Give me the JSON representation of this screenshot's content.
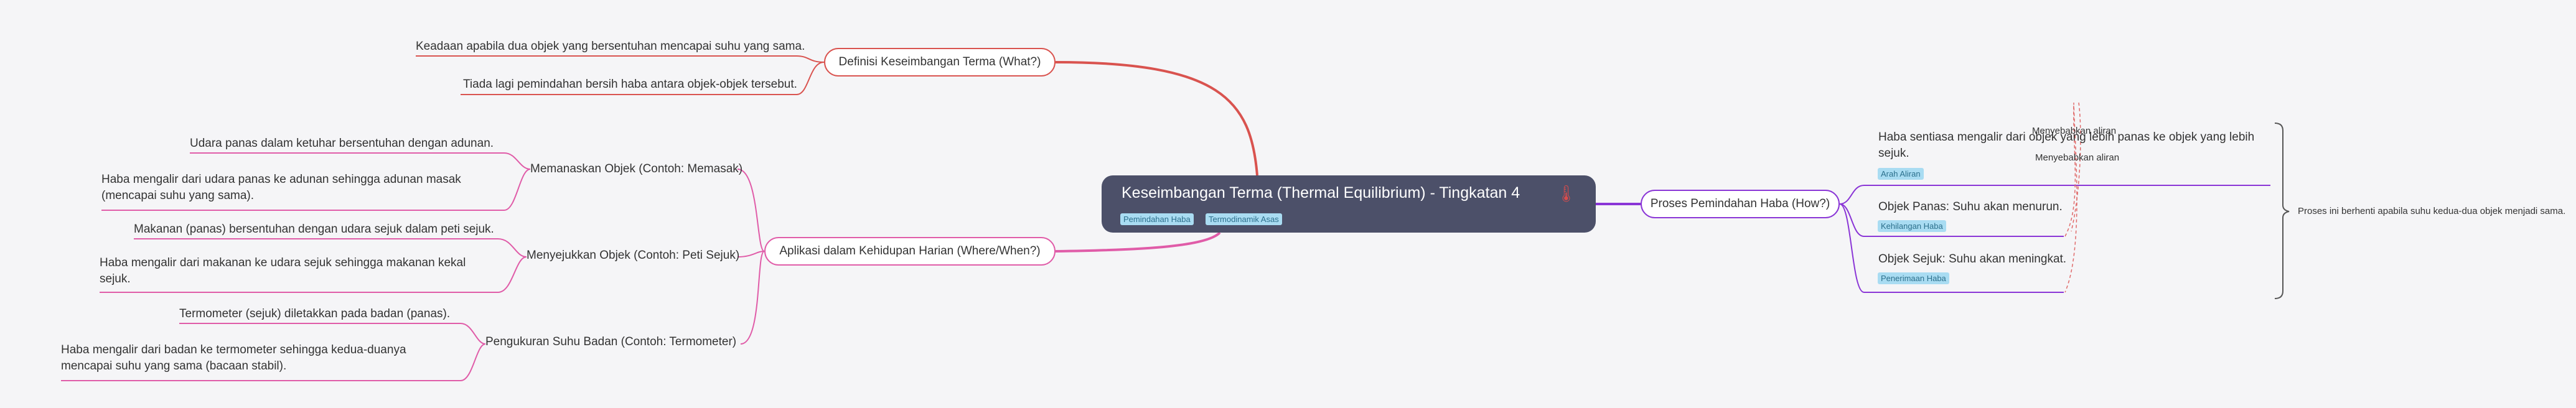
{
  "central": {
    "title": "Keseimbangan Terma (Thermal Equilibrium) - Tingkatan 4",
    "icon": "thermometer-icon",
    "tags": [
      "Pemindahan Haba",
      "Termodinamik Asas"
    ]
  },
  "branches": {
    "definition": {
      "label": "Definisi Keseimbangan Terma (What?)",
      "color": "#d9534f",
      "leaves": [
        "Keadaan apabila dua objek yang bersentuhan mencapai suhu yang sama.",
        "Tiada lagi pemindahan bersih haba antara objek-objek tersebut."
      ]
    },
    "applications": {
      "label": "Aplikasi dalam Kehidupan Harian (Where/When?)",
      "color": "#e05ca8",
      "groups": [
        {
          "label": "Memanaskan Objek (Contoh: Memasak)",
          "leaves": [
            "Udara panas dalam ketuhar bersentuhan dengan adunan.",
            "Haba mengalir dari udara panas ke adunan sehingga adunan masak (mencapai suhu yang sama)."
          ]
        },
        {
          "label": "Menyejukkan Objek (Contoh: Peti Sejuk)",
          "leaves": [
            "Makanan (panas) bersentuhan dengan udara sejuk dalam peti sejuk.",
            "Haba mengalir dari makanan ke udara sejuk sehingga makanan kekal sejuk."
          ]
        },
        {
          "label": "Pengukuran Suhu Badan (Contoh: Termometer)",
          "leaves": [
            "Termometer (sejuk) diletakkan pada badan (panas).",
            "Haba mengalir dari badan ke termometer sehingga kedua-duanya mencapai suhu yang sama (bacaan stabil)."
          ]
        }
      ]
    },
    "process": {
      "label": "Proses Pemindahan Haba (How?)",
      "color": "#8a35d6",
      "leaves": [
        {
          "text": "Haba sentiasa mengalir dari objek yang lebih panas ke objek yang lebih sejuk.",
          "tag": "Arah Aliran"
        },
        {
          "text": "Objek Panas: Suhu akan menurun.",
          "tag": "Kehilangan Haba"
        },
        {
          "text": "Objek Sejuk: Suhu akan meningkat.",
          "tag": "Penerimaan Haba"
        }
      ],
      "relation_label_1": "Menyebabkan aliran",
      "relation_label_2": "Menyebabkan aliran",
      "summary": "Proses ini berhenti apabila suhu kedua-dua objek menjadi sama."
    }
  }
}
